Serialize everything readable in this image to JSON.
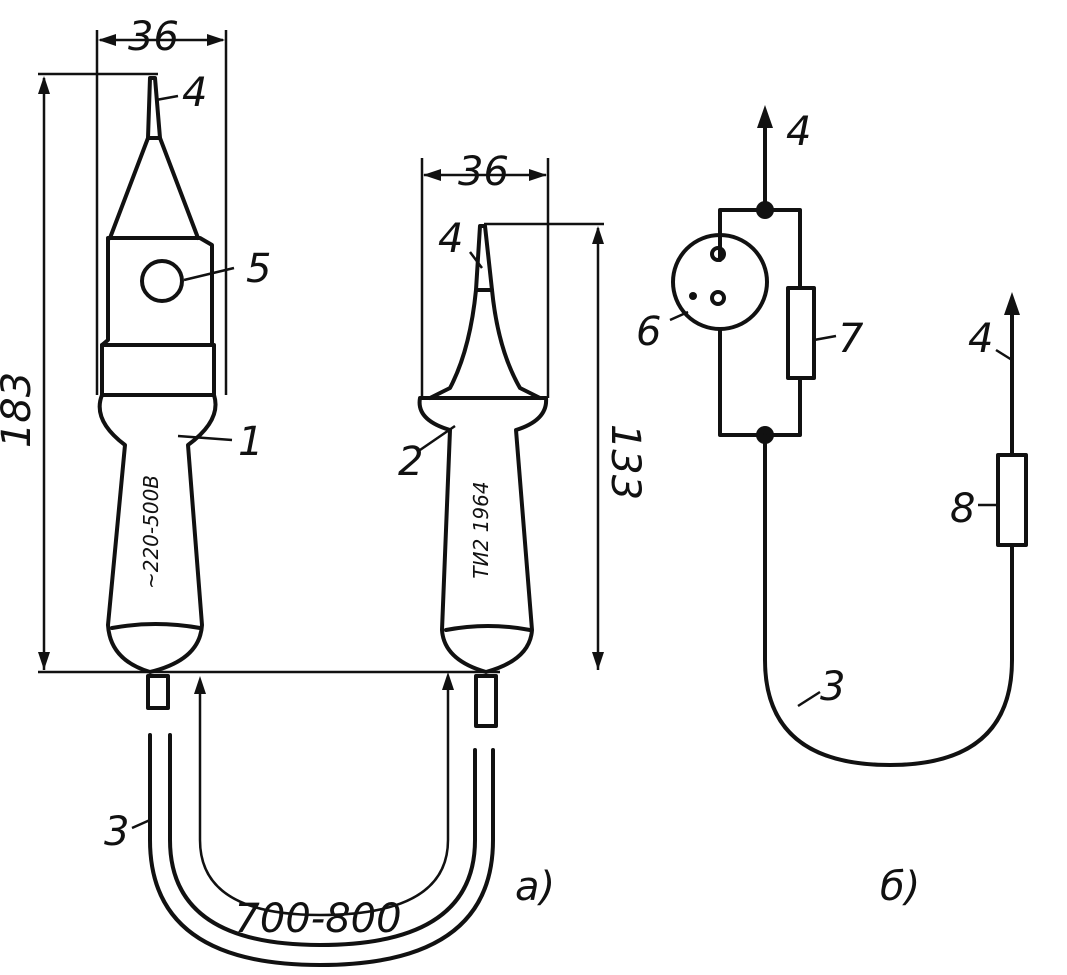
{
  "figure_a": {
    "dimensions": {
      "width_probe_1": "36",
      "length_probe_1": "183",
      "width_probe_2": "36",
      "length_probe_2": "133",
      "cord_length": "700-800"
    },
    "callouts": {
      "housing_1": "1",
      "housing_2": "2",
      "cord": "3",
      "tip_probe_1": "4",
      "tip_probe_2": "4",
      "lamp_window": "5"
    },
    "body_markings": {
      "probe_1": "~220-500В",
      "probe_2": "ТИ2 1964"
    },
    "caption": "а)"
  },
  "figure_b": {
    "callouts": {
      "tip_top": "4",
      "tip_right": "4",
      "lamp": "6",
      "resistor_shunt": "7",
      "resistor_series": "8",
      "cord": "3"
    },
    "caption": "б)"
  }
}
